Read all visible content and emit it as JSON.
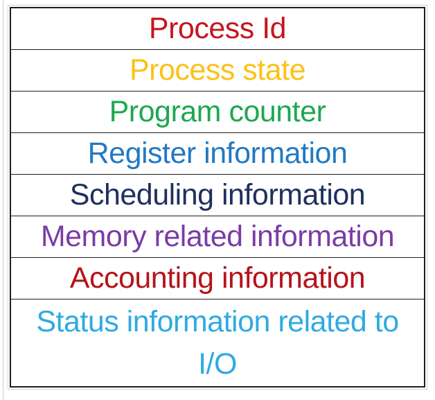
{
  "diagram": {
    "name": "process-control-block",
    "rows": [
      {
        "label": "Process Id",
        "color": "#c4161d"
      },
      {
        "label": "Process state",
        "color": "#fcc115"
      },
      {
        "label": "Program counter",
        "color": "#1ea750"
      },
      {
        "label": "Register information",
        "color": "#2279c4"
      },
      {
        "label": "Scheduling information",
        "color": "#1f3060"
      },
      {
        "label": "Memory related information",
        "color": "#7a3ca6"
      },
      {
        "label": "Accounting information",
        "color": "#b5131a"
      },
      {
        "label": "Status information related to\nI/O",
        "color": "#2faae1"
      }
    ],
    "border_color": "#1e1e1e",
    "background_color": "#ffffff"
  }
}
